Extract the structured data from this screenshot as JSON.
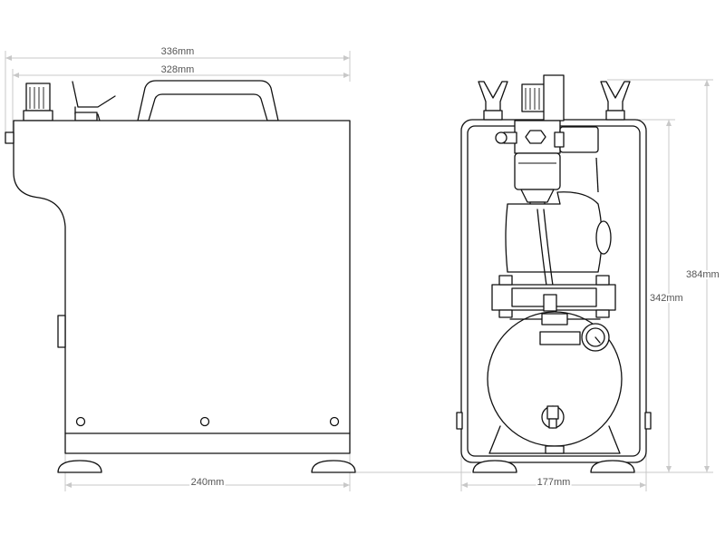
{
  "diagram": {
    "side_view": {
      "overall_width": "336mm",
      "top_width": "328mm",
      "base_width": "240mm"
    },
    "front_view": {
      "base_width": "177mm",
      "body_height": "342mm",
      "overall_height": "384mm"
    }
  },
  "colors": {
    "outline": "#111111",
    "dimension_line": "#c8c8c8",
    "dimension_text": "#555555"
  }
}
